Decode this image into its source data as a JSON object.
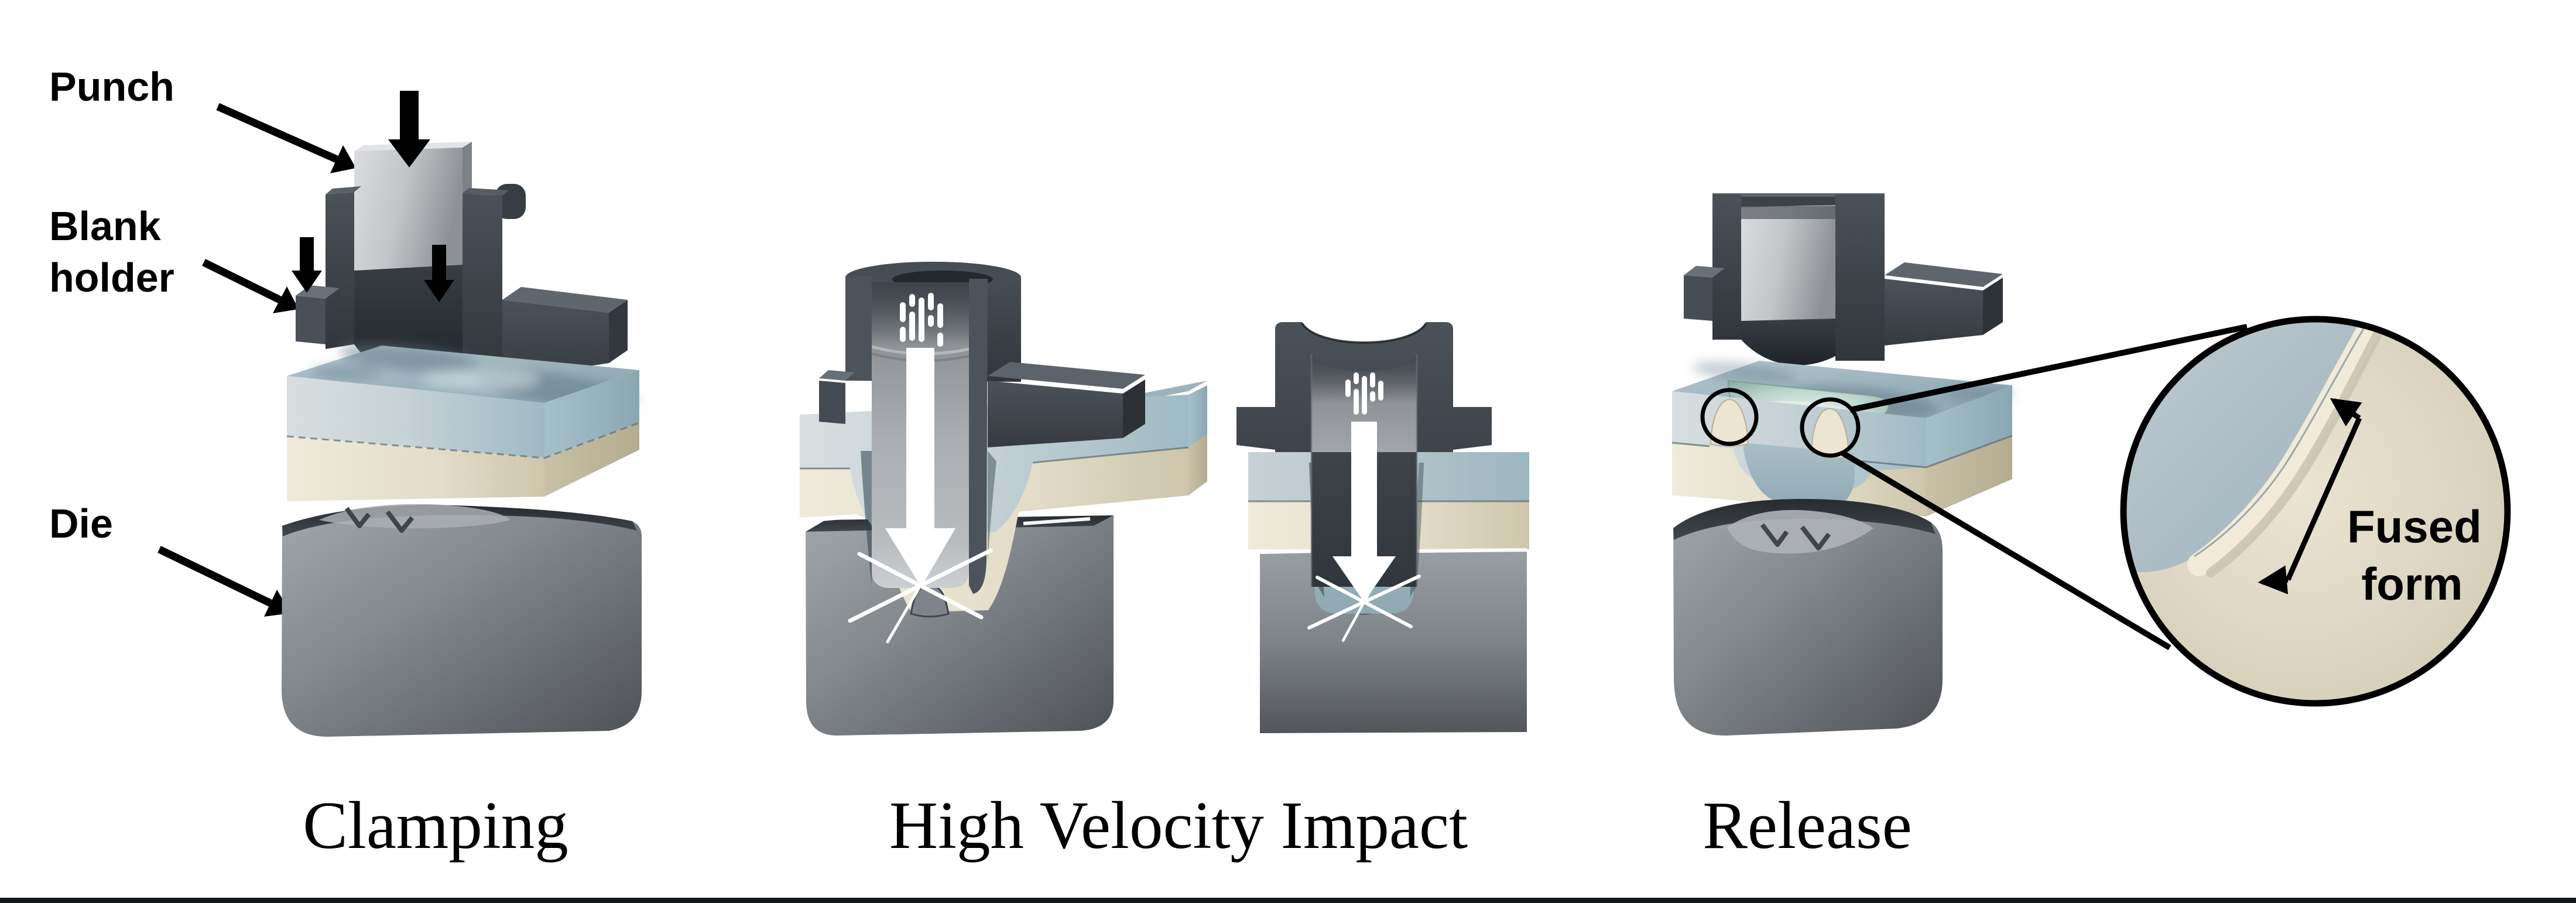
{
  "labels": {
    "punch": "Punch",
    "blank_holder": {
      "text": "Blank holder",
      "lines": [
        "Blank",
        "holder"
      ]
    },
    "die": "Die"
  },
  "stages": [
    {
      "id": "clamping",
      "caption": "Clamping"
    },
    {
      "id": "high-velocity-impact",
      "caption": "High Velocity Impact"
    },
    {
      "id": "release",
      "caption": "Release"
    }
  ],
  "inset": {
    "label": "Fused form",
    "lines": [
      "Fused",
      "form"
    ]
  },
  "icons": {
    "force_arrow": "solid black down block-arrow",
    "impact_arrow": "white down arrow with speed streaks and impact burst",
    "callout_circle": "black magnifier callout circle",
    "measure_arrow": "double-headed measuring arrow"
  },
  "colors": {
    "background": "#ffffff",
    "ink": "#000000",
    "rule_dark": "#17181a",
    "steel_punch_light": "#c9cccf",
    "holder_dark": "#3d434a",
    "blank_blue": "#aec5cd",
    "blank_cream": "#e3ddc9",
    "die_gray": "#7e8389",
    "teal_depression": "#bdd5cd",
    "impact_white": "#ffffff"
  }
}
